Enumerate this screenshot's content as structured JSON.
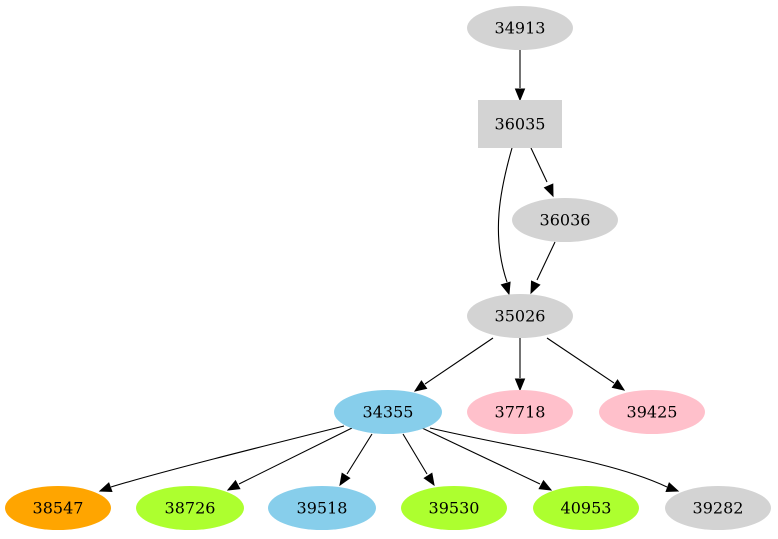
{
  "graph": {
    "nodes": [
      {
        "id": "34913",
        "label": "34913",
        "shape": "ellipse",
        "color": "#d3d3d3"
      },
      {
        "id": "36035",
        "label": "36035",
        "shape": "box",
        "color": "#d3d3d3"
      },
      {
        "id": "36036",
        "label": "36036",
        "shape": "ellipse",
        "color": "#d3d3d3"
      },
      {
        "id": "35026",
        "label": "35026",
        "shape": "ellipse",
        "color": "#d3d3d3"
      },
      {
        "id": "34355",
        "label": "34355",
        "shape": "ellipse",
        "color": "#87ceeb"
      },
      {
        "id": "37718",
        "label": "37718",
        "shape": "ellipse",
        "color": "#ffc0cb"
      },
      {
        "id": "39425",
        "label": "39425",
        "shape": "ellipse",
        "color": "#ffc0cb"
      },
      {
        "id": "38547",
        "label": "38547",
        "shape": "ellipse",
        "color": "#ffa500"
      },
      {
        "id": "38726",
        "label": "38726",
        "shape": "ellipse",
        "color": "#adff2f"
      },
      {
        "id": "39518",
        "label": "39518",
        "shape": "ellipse",
        "color": "#87ceeb"
      },
      {
        "id": "39530",
        "label": "39530",
        "shape": "ellipse",
        "color": "#adff2f"
      },
      {
        "id": "40953",
        "label": "40953",
        "shape": "ellipse",
        "color": "#adff2f"
      },
      {
        "id": "39282",
        "label": "39282",
        "shape": "ellipse",
        "color": "#d3d3d3"
      }
    ],
    "edges": [
      {
        "from": "34913",
        "to": "36035"
      },
      {
        "from": "36035",
        "to": "36036"
      },
      {
        "from": "36035",
        "to": "35026"
      },
      {
        "from": "36036",
        "to": "35026"
      },
      {
        "from": "35026",
        "to": "34355"
      },
      {
        "from": "35026",
        "to": "37718"
      },
      {
        "from": "35026",
        "to": "39425"
      },
      {
        "from": "34355",
        "to": "38547"
      },
      {
        "from": "34355",
        "to": "38726"
      },
      {
        "from": "34355",
        "to": "39518"
      },
      {
        "from": "34355",
        "to": "39530"
      },
      {
        "from": "34355",
        "to": "40953"
      },
      {
        "from": "34355",
        "to": "39282"
      }
    ]
  }
}
